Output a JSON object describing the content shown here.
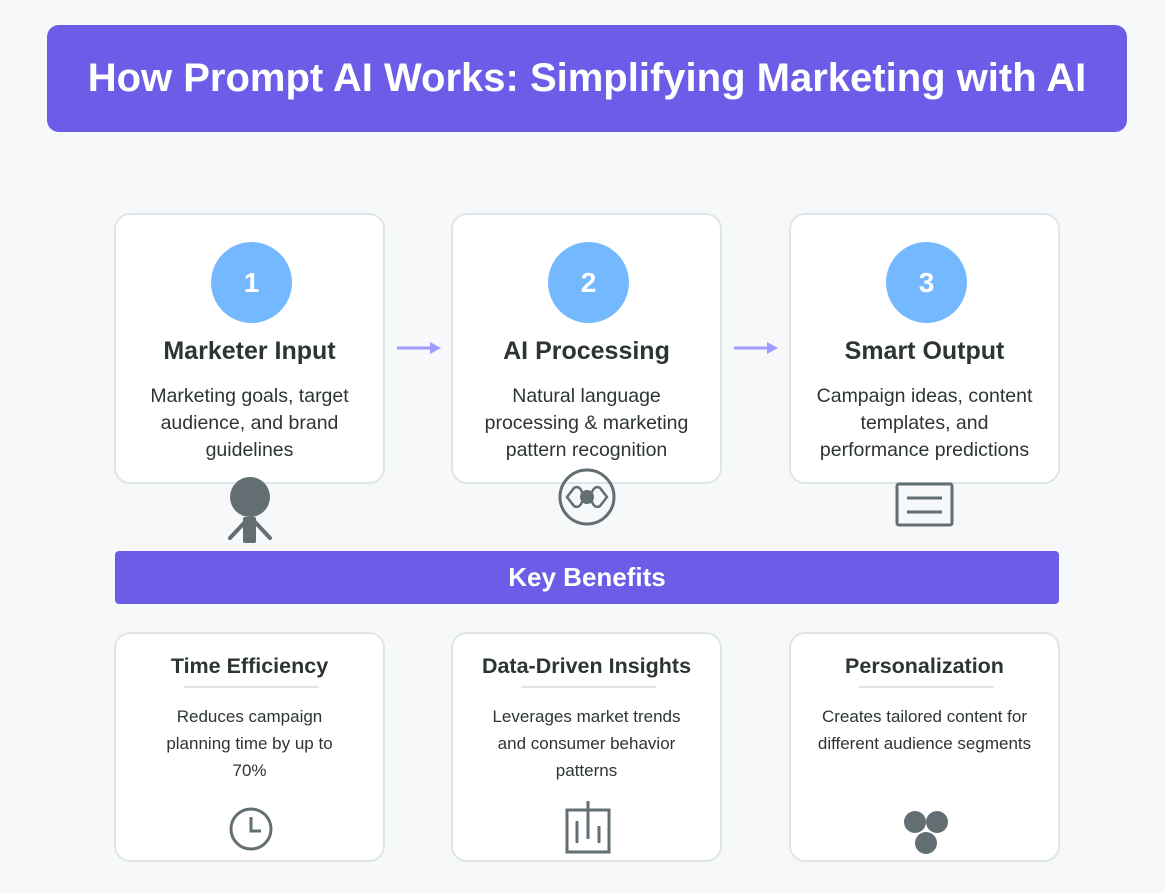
{
  "title": "How Prompt AI Works: Simplifying Marketing with AI",
  "steps": [
    {
      "number": "1",
      "heading": "Marketer Input",
      "description": "Marketing goals, target audience, and brand guidelines",
      "icon": "person-icon"
    },
    {
      "number": "2",
      "heading": "AI Processing",
      "description": "Natural language processing & marketing pattern recognition",
      "icon": "brain-icon"
    },
    {
      "number": "3",
      "heading": "Smart Output",
      "description": "Campaign ideas, content templates, and performance predictions",
      "icon": "document-icon"
    }
  ],
  "benefits_title": "Key Benefits",
  "benefits": [
    {
      "heading": "Time Efficiency",
      "description": "Reduces campaign planning time by up to 70%",
      "icon": "clock-icon"
    },
    {
      "heading": "Data-Driven Insights",
      "description": "Leverages market trends and consumer behavior patterns",
      "icon": "chart-icon"
    },
    {
      "heading": "Personalization",
      "description": "Creates tailored content for different audience segments",
      "icon": "audience-icon"
    }
  ],
  "colors": {
    "primary": "#6c5ce7",
    "circle": "#74b9ff",
    "arrow": "#a29bfe",
    "icon": "#636e72"
  }
}
